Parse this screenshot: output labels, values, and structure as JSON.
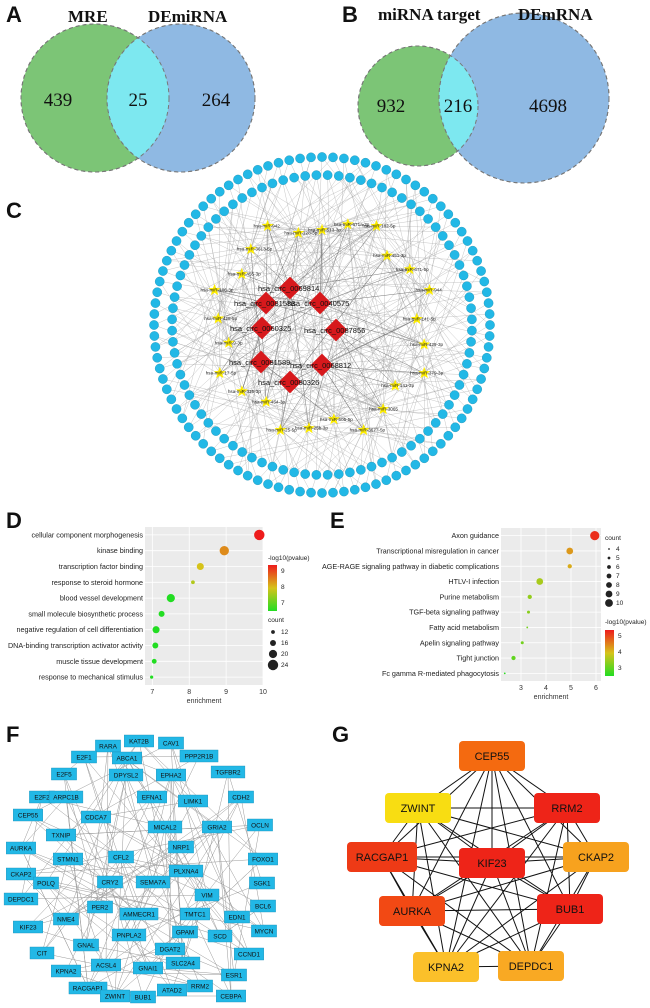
{
  "panels": {
    "A": {
      "label": "A",
      "set1": "MRE",
      "set2": "DEmiRNA",
      "only1": "439",
      "both": "25",
      "only2": "264",
      "colors": {
        "left": "#7cc576",
        "right": "#8fb9e3",
        "overlap": "#7de8f0"
      }
    },
    "B": {
      "label": "B",
      "set1": "miRNA target",
      "set2": "DEmRNA",
      "only1": "932",
      "both": "216",
      "only2": "4698",
      "colors": {
        "left": "#7cc576",
        "right": "#8fb9e3",
        "overlap": "#7de8f0"
      }
    },
    "C": {
      "label": "C",
      "circrnas": [
        "hsa_circ_0069814",
        "hsa_circ_0081583",
        "hsa_circ_0040575",
        "hsa_circ_0060325",
        "hsa_circ_0087856",
        "hsa_circ_0081589",
        "hsa_circ_0068812",
        "hsa_circ_0080326"
      ],
      "mirnas": [
        "hsa-miR-513-3p",
        "hsa-miR-671a-3p",
        "hsa-miR-182-5p",
        "hsa-miR-451-3p",
        "hsa-miR-671-5p",
        "hsa-miR-944",
        "hsa-miR-141-5p",
        "hsa-miR-429-3p",
        "hsa-miR-379-3p",
        "hsa-miR-141-3p",
        "hsa-miR-3065",
        "hsa-miR-3677-5p",
        "hsa-miR-505-5p",
        "hsa-miR-25b-3p",
        "hsa-miR-25-5p",
        "hsa-miR-454-3p",
        "hsa-miR-335-3p",
        "hsa-miR-17-5p",
        "hsa-miR-9-3p",
        "hsa-miR-425-5p",
        "hsa-miR-106-3p",
        "hsa-miR-455-3p",
        "hsa-miR-3613-5p",
        "hsa-miR-942",
        "hsa-miR-128-3p"
      ],
      "colors": {
        "circ": "#d7191c",
        "mirna": "#ffee00",
        "mrna": "#22b8e6"
      }
    },
    "D": {
      "label": "D",
      "chart_data": {
        "type": "scatter",
        "categories": [
          "cellular component morphogenesis",
          "kinase binding",
          "transcription factor binding",
          "response to steroid hormone",
          "blood vessel development",
          "small molecule biosynthetic process",
          "negative regulation of cell differentiation",
          "DNA-binding transcription activator activity",
          "muscle tissue development",
          "response to mechanical stimulus"
        ],
        "x": [
          9.9,
          8.95,
          8.3,
          8.1,
          7.5,
          7.25,
          7.1,
          7.08,
          7.05,
          6.98
        ],
        "count": [
          24,
          22,
          18,
          12,
          20,
          16,
          18,
          16,
          14,
          11
        ],
        "neglog10p": [
          10.0,
          9.0,
          8.5,
          8.2,
          7.0,
          7.0,
          7.0,
          7.0,
          7.0,
          7.0
        ],
        "xlabel": "enrichment",
        "xticks": [
          7,
          8,
          9,
          10
        ],
        "color_legend_title": "-log10(pvalue)",
        "color_ticks": [
          "9",
          "8",
          "7"
        ],
        "size_legend_title": "count",
        "size_ticks": [
          "12",
          "16",
          "20",
          "24"
        ]
      }
    },
    "E": {
      "label": "E",
      "chart_data": {
        "type": "scatter",
        "categories": [
          "Axon guidance",
          "Transcriptional misregulation in cancer",
          "AGE-RAGE signaling pathway in diabetic complications",
          "HTLV-I infection",
          "Purine metabolism",
          "TGF-beta signaling pathway",
          "Fatty acid metabolism",
          "Apelin signaling pathway",
          "Tight junction",
          "Fc gamma R-mediated phagocytosis"
        ],
        "x": [
          5.95,
          4.95,
          4.95,
          3.75,
          3.35,
          3.3,
          3.25,
          3.05,
          2.7,
          2.35
        ],
        "count": [
          10,
          8,
          6,
          8,
          6,
          5,
          4,
          5,
          6,
          4
        ],
        "neglog10p": [
          5.8,
          4.7,
          4.5,
          3.8,
          3.6,
          3.5,
          3.3,
          3.3,
          3.1,
          2.6
        ],
        "xlabel": "enrichment",
        "xticks": [
          3,
          4,
          5,
          6
        ],
        "color_legend_title": "-log10(pvalue)",
        "color_ticks": [
          "5",
          "4",
          "3"
        ],
        "size_legend_title": "count",
        "size_ticks": [
          "4",
          "5",
          "6",
          "7",
          "8",
          "9",
          "10"
        ]
      }
    },
    "F": {
      "label": "F",
      "genes": [
        "KAT2B",
        "CAV1",
        "RARA",
        "E2F1",
        "PPP2R1B",
        "ABCA1",
        "E2F5",
        "TGFBR2",
        "EPHA2",
        "DPYSL2",
        "E2F2",
        "CDH2",
        "EFNA1",
        "ARPC1B",
        "LIMK1",
        "CEP55",
        "CDCA7",
        "MICAL2",
        "GRIA2",
        "TXNIP",
        "OCLN",
        "NRP1",
        "STMN1",
        "AURKA",
        "FOXO1",
        "CFL2",
        "PLXNA4",
        "SGK1",
        "CKAP2",
        "CRY2",
        "SEMA7A",
        "BCL6",
        "POLQ",
        "VIM",
        "DEPDC1",
        "TMTC1",
        "EDN1",
        "PER2",
        "AMMECR1",
        "MYCN",
        "NME4",
        "KIF23",
        "GPAM",
        "SCD",
        "CCND1",
        "PNPLA2",
        "DGAT2",
        "CIT",
        "GNAL",
        "ESR1",
        "ACSL4",
        "KPNA2",
        "GNAI1",
        "SLC2A4",
        "CEBPA",
        "RACGAP1",
        "ATAD2",
        "RRM2",
        "ZWINT",
        "BUB1"
      ],
      "node_color": "#22b8e6"
    },
    "G": {
      "label": "G",
      "hubs": [
        "CEP55",
        "ZWINT",
        "RRM2",
        "RACGAP1",
        "KIF23",
        "CKAP2",
        "AURKA",
        "BUB1",
        "KPNA2",
        "DEPDC1"
      ],
      "hub_colors": [
        "#f46a10",
        "#f8dd12",
        "#ee2418",
        "#ee3a16",
        "#ee2418",
        "#f7a21e",
        "#f24914",
        "#ee2418",
        "#fbc02a",
        "#f9a923"
      ]
    }
  }
}
